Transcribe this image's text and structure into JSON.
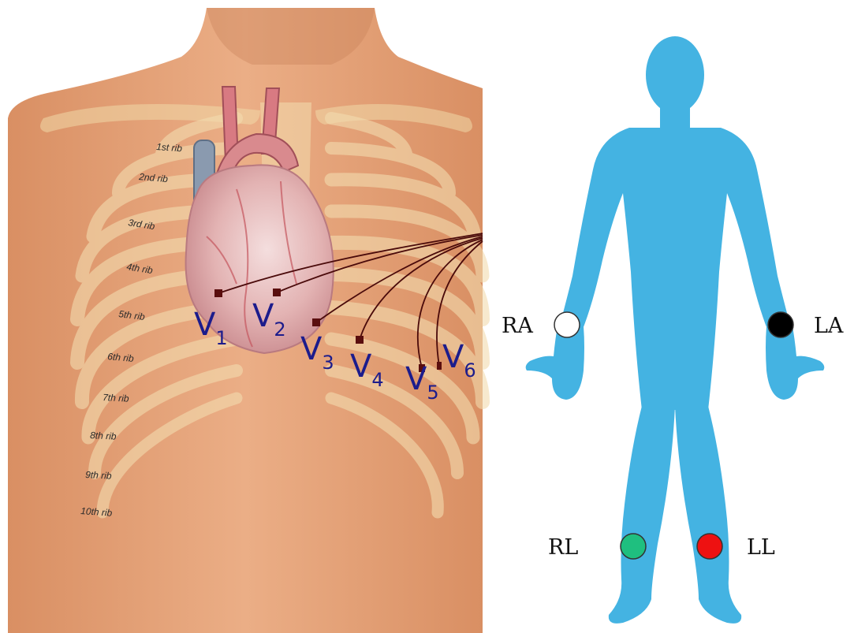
{
  "chest_panel": {
    "rib_labels": [
      "1st rib",
      "2nd rib",
      "3rd rib",
      "4th rib",
      "5th rib",
      "6th rib",
      "7th rib",
      "8th rib",
      "9th rib",
      "10th rib"
    ],
    "precordial_leads": [
      {
        "letter": "V",
        "number": "1"
      },
      {
        "letter": "V",
        "number": "2"
      },
      {
        "letter": "V",
        "number": "3"
      },
      {
        "letter": "V",
        "number": "4"
      },
      {
        "letter": "V",
        "number": "5"
      },
      {
        "letter": "V",
        "number": "6"
      }
    ]
  },
  "limb_panel": {
    "leads": [
      {
        "label": "RA",
        "color": "#ffffff"
      },
      {
        "label": "LA",
        "color": "#000000"
      },
      {
        "label": "RL",
        "color": "#1fbf7f"
      },
      {
        "label": "LL",
        "color": "#ee1111"
      }
    ]
  },
  "colors": {
    "skin": "#e8a378",
    "silhouette": "#44b3e2",
    "lead_text": "#1c1c8c",
    "electrode": "#5a0e0e",
    "wire": "#4a0a0a"
  }
}
